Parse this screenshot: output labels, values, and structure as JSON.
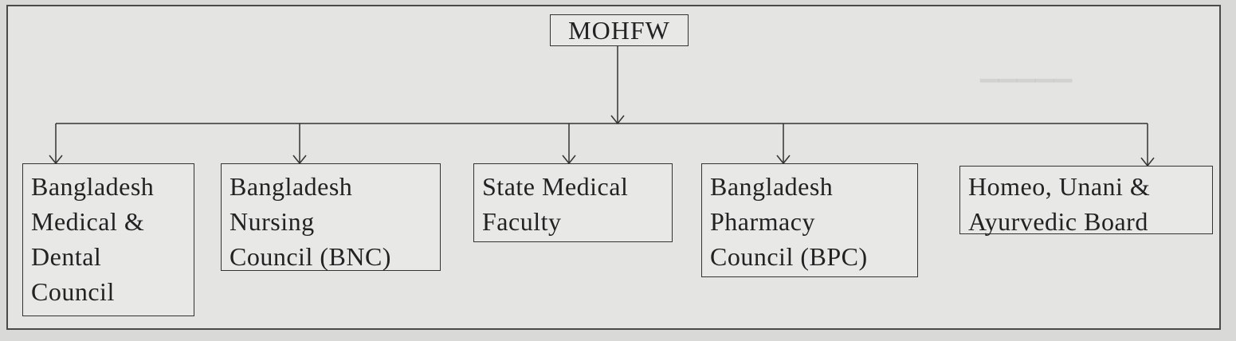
{
  "diagram": {
    "root": {
      "label": "MOHFW"
    },
    "children": [
      {
        "lines": [
          "Bangladesh",
          "Medical &",
          "Dental",
          "Council"
        ]
      },
      {
        "lines": [
          "Bangladesh",
          "Nursing",
          "Council (BNC)"
        ]
      },
      {
        "lines": [
          "State Medical",
          "Faculty"
        ]
      },
      {
        "lines": [
          "Bangladesh",
          "Pharmacy",
          "Council (BPC)"
        ]
      },
      {
        "lines": [
          "Homeo, Unani &",
          "Ayurvedic Board"
        ]
      }
    ]
  },
  "colors": {
    "background": "#d9d9d7",
    "line": "#333333"
  }
}
